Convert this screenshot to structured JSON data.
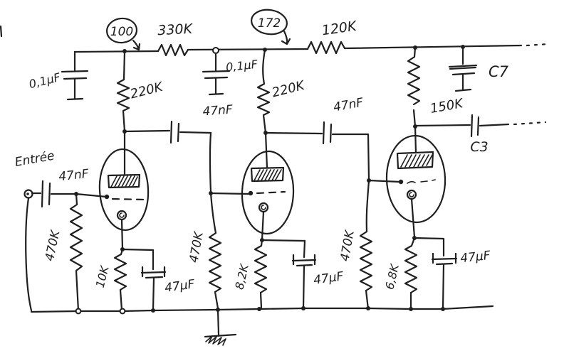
{
  "colors": {
    "ink": "#1f1f1f",
    "paper": "#ffffff"
  },
  "annotations": {
    "node_voltage_1": "100",
    "node_voltage_2": "172",
    "input_label": "Entrée",
    "cap_c7": "C7",
    "cap_c3": "C3"
  },
  "components": {
    "r_link_1": "330K",
    "r_link_2": "120K",
    "c_decoupling_left": "0,1µF",
    "c_decoupling_mid": "0,1µF",
    "c_input": "47nF",
    "c_coupling_1": "47nF",
    "c_coupling_2": "47nF",
    "r_plate_1": "220K",
    "r_plate_2": "220K",
    "r_plate_3": "150K",
    "r_grid_1": "470K",
    "r_grid_2": "470K",
    "r_grid_3": "470K",
    "r_cathode_1": "10K",
    "r_cathode_2": "8,2K",
    "r_cathode_3": "6,8K",
    "c_cathode_1": "47µF",
    "c_cathode_2": "47µF",
    "c_cathode_3": "47µF"
  }
}
